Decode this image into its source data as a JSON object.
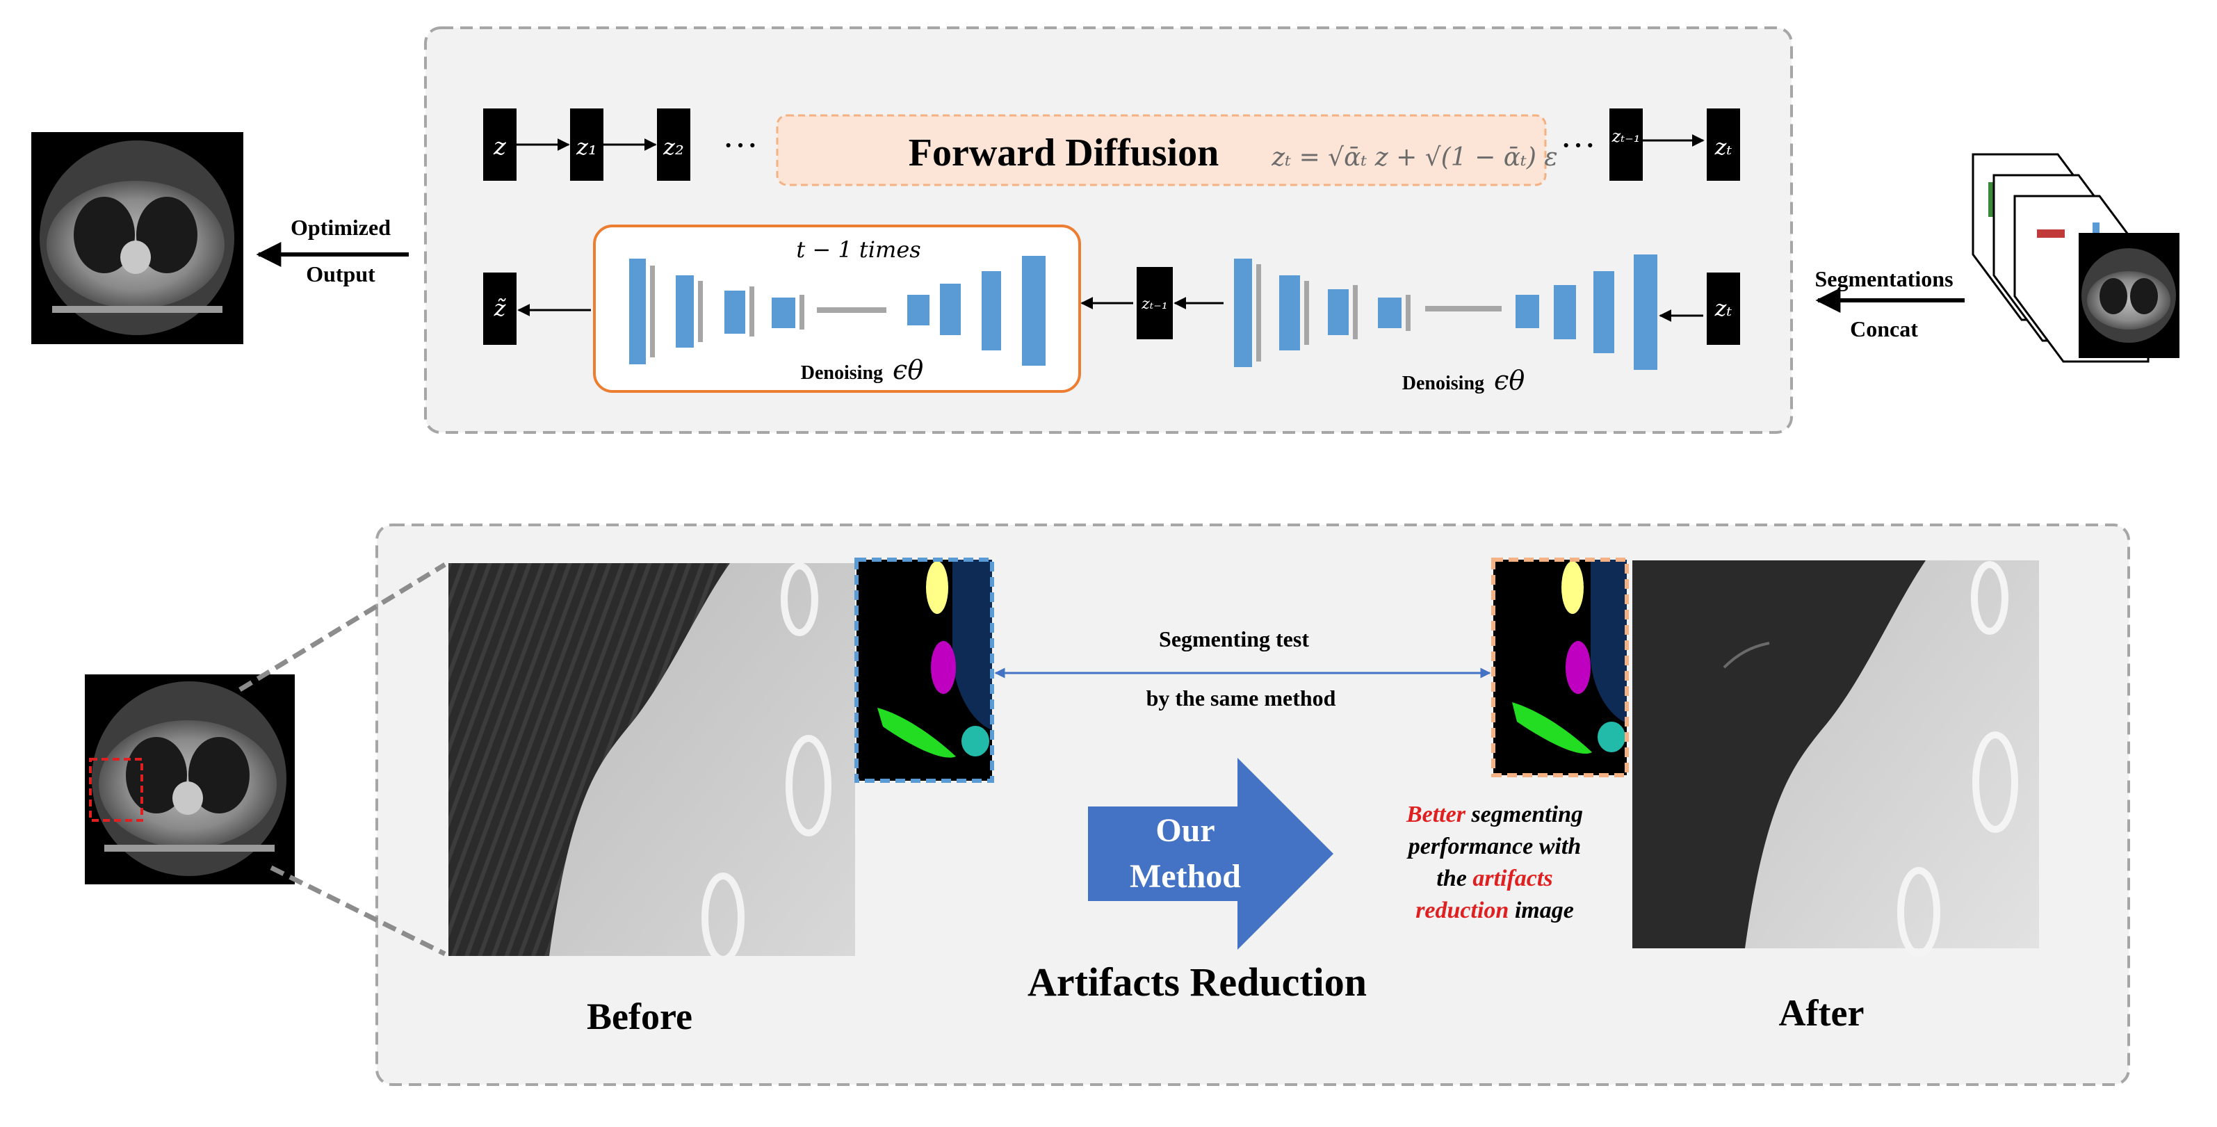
{
  "top_panel": {
    "forward_diffusion_label": "Forward Diffusion",
    "forward_formula": "zₜ = √ᾱₜ z + √(1 − ᾱₜ) ε",
    "chain_nodes": [
      "z",
      "z₁",
      "z₂",
      "zₜ₋₁",
      "zₜ"
    ],
    "ellipsis": "···",
    "repeat_label": "t − 1 times",
    "denoising_label": "Denoising",
    "epsilon_theta": "ϵθ",
    "reverse_nodes": [
      "z̃",
      "zₜ₋₁",
      "zₜ"
    ],
    "output_label_line1": "Optimized",
    "output_label_line2": "Output",
    "input_label_line1": "Segmentations",
    "input_label_line2": "Concat"
  },
  "bottom_panel": {
    "before_label": "Before",
    "after_label": "After",
    "method_line1": "Our",
    "method_line2": "Method",
    "artifacts_reduction_label": "Artifacts Reduction",
    "segmenting_test_line1": "Segmenting test",
    "segmenting_test_line2": "by the same method",
    "caption_word_better": "Better",
    "caption_part_1": " segmenting",
    "caption_line2": "performance with",
    "caption_part_the": "the ",
    "caption_word_artifacts": "artifacts",
    "caption_word_reduction": "reduction",
    "caption_part_image": " image"
  },
  "colors": {
    "panel_bg": "#f2f2f2",
    "panel_border": "#a6a6a6",
    "unet_block": "#5b9bd5",
    "unet_gray": "#a6a6a6",
    "diffusion_box": "#fce5d6",
    "diffusion_border": "#f4b183",
    "denoise_box_border": "#ed7d31",
    "arrow_blue": "#4472c4",
    "highlight_red": "#e02020",
    "seg_yellow": "#ffff88",
    "seg_magenta": "#c000c0",
    "seg_green": "#22dd22",
    "seg_teal": "#22bbaa",
    "seg_navy": "#0d2b55",
    "dashed_blue": "#5b9bd5",
    "dashed_orange": "#f4b183"
  }
}
